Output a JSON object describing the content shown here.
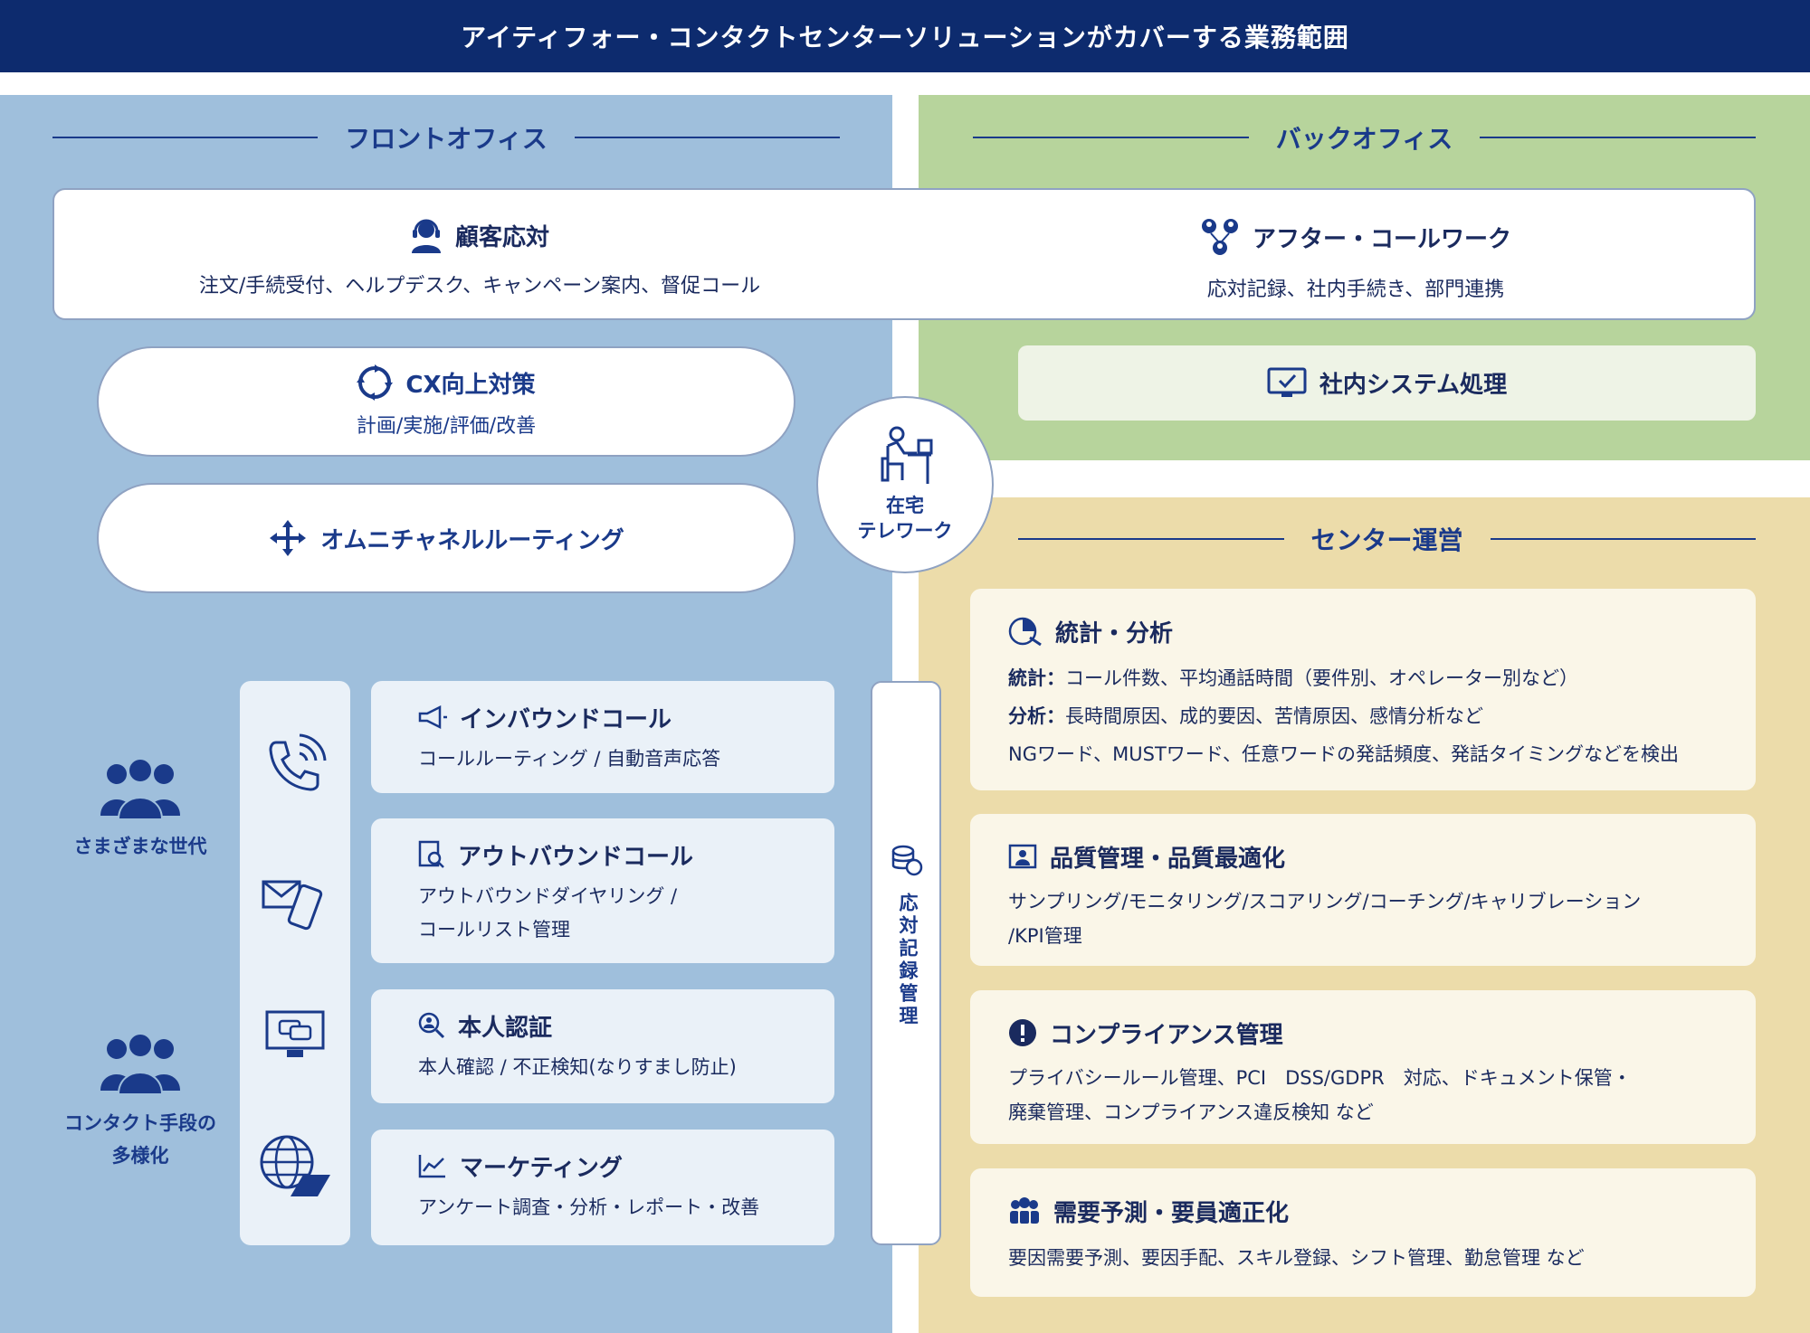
{
  "header": {
    "title": "アイティフォー・コンタクトセンターソリューションがカバーする業務範囲"
  },
  "front_office": {
    "heading": "フロントオフィス"
  },
  "back_office": {
    "heading": "バックオフィス"
  },
  "customer_support": {
    "title": "顧客応対",
    "desc": "注文/手続受付、ヘルプデスク、キャンペーン案内、督促コール"
  },
  "after_call": {
    "title": "アフター・コールワーク",
    "desc": "応対記録、社内手続き、部門連携"
  },
  "cx": {
    "title": "CX向上対策",
    "desc": "計画/実施/評価/改善"
  },
  "omni": {
    "title": "オムニチャネルルーティング"
  },
  "internal_system": {
    "title": "社内システム処理"
  },
  "telework": {
    "line1": "在宅",
    "line2": "テレワーク"
  },
  "center_ops": {
    "heading": "センター運営"
  },
  "left_labels": {
    "generations": "さまざまな世代",
    "contact_line1": "コンタクト手段の",
    "contact_line2": "多様化"
  },
  "channels": [
    {
      "title": "インバウンドコール",
      "desc": "コールルーティング / 自動音声応答"
    },
    {
      "title": "アウトバウンドコール",
      "desc": "アウトバウンドダイヤリング /",
      "desc2": "コールリスト管理"
    },
    {
      "title": "本人認証",
      "desc": "本人確認 / 不正検知(なりすまし防止)"
    },
    {
      "title": "マーケティング",
      "desc": "アンケート調査・分析・レポート・改善"
    }
  ],
  "record_mgmt": {
    "label": "応対記録管理"
  },
  "ops_cards": [
    {
      "title": "統計・分析",
      "lines": [
        {
          "bold": "統計：",
          "text": "コール件数、平均通話時間（要件別、オペレーター別など）"
        },
        {
          "bold": "分析：",
          "text": "長時間原因、成的要因、苦情原因、感情分析など"
        },
        {
          "bold": "",
          "text": "NGワード、MUSTワード、任意ワードの発話頻度、発話タイミングなどを検出"
        }
      ]
    },
    {
      "title": "品質管理・品質最適化",
      "lines": [
        {
          "bold": "",
          "text": "サンプリング/モニタリング/スコアリング/コーチング/キャリブレーション"
        },
        {
          "bold": "",
          "text": "/KPI管理"
        }
      ]
    },
    {
      "title": "コンプライアンス管理",
      "lines": [
        {
          "bold": "",
          "text": "プライバシールール管理、PCI　DSS/GDPR　対応、ドキュメント保管・"
        },
        {
          "bold": "",
          "text": "廃棄管理、コンプライアンス違反検知 など"
        }
      ]
    },
    {
      "title": "需要予測・要員適正化",
      "lines": [
        {
          "bold": "",
          "text": "要因需要予測、要因手配、スキル登録、シフト管理、勤怠管理 など"
        }
      ]
    }
  ],
  "icons": {
    "headset": "headset-icon",
    "network": "people-network-icon",
    "cycle": "cycle-arrows-icon",
    "routing": "routing-arrows-icon",
    "monitor": "monitor-check-icon",
    "telework": "desk-worker-icon",
    "accent": "#0d2b6e"
  }
}
